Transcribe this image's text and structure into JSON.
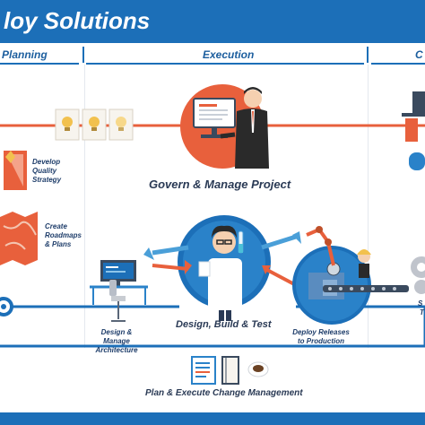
{
  "header": {
    "title": "loy Solutions"
  },
  "phases": {
    "planning": "Planning",
    "execution": "Execution",
    "right": "C"
  },
  "planning": {
    "quality": [
      "Develop",
      "Quality",
      "Strategy"
    ],
    "roadmaps": [
      "Create",
      "Roadmaps",
      "& Plans"
    ]
  },
  "execution": {
    "govern": "Govern & Manage Project",
    "design_build": "Design, Build & Test",
    "architecture": [
      "Design & Manage",
      "Architecture"
    ],
    "deploy": [
      "Deploy Releases",
      "to Production"
    ]
  },
  "right_column": {
    "fragment_1": "S",
    "fragment_2": "T"
  },
  "change_management": "Plan & Execute Change Management",
  "colors": {
    "brand_blue": "#1c6fb8",
    "accent_orange": "#e8603c",
    "light_blue": "#4a9fd8",
    "dark_text": "#2a3a55"
  }
}
